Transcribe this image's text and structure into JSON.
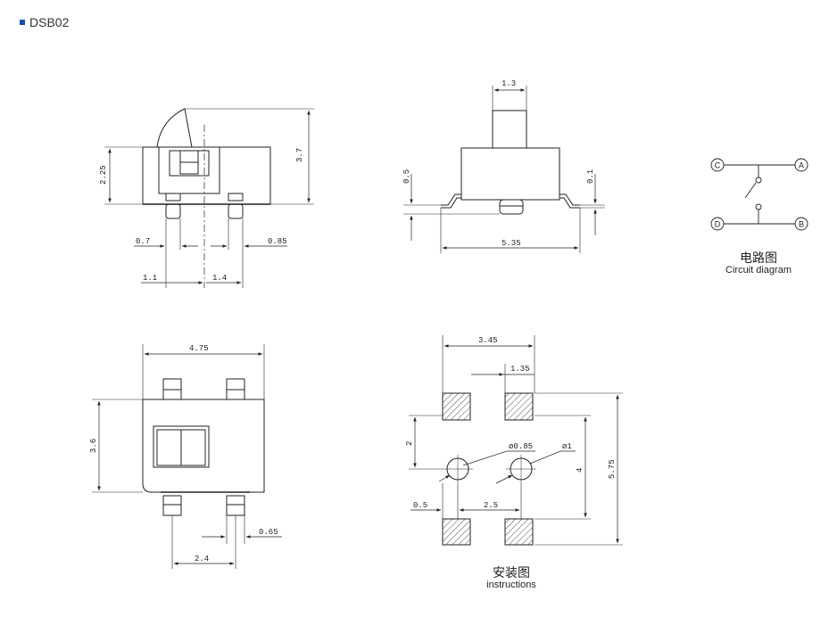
{
  "header": {
    "model": "DSB02"
  },
  "front_view": {
    "dims": {
      "height": "3.7",
      "body_height": "2.25",
      "left_offset": "0.7",
      "pin_width": "0.85",
      "pin_left": "1.1",
      "pin_pitch": "1.4"
    }
  },
  "side_view": {
    "dims": {
      "actuator_width": "1.3",
      "lead_rise": "0.5",
      "lead_thickness": "0.1",
      "total_length": "5.35"
    }
  },
  "top_view": {
    "dims": {
      "width": "4.75",
      "height": "3.6",
      "pin_width": "0.65",
      "pin_pitch": "2.4"
    }
  },
  "footprint": {
    "dims": {
      "outer_width": "3.45",
      "pad_width": "1.35",
      "pad_spacing": "2",
      "hole_small": "ø0.85",
      "hole_large": "ø1",
      "vertical": "4",
      "total_height": "5.75",
      "edge": "0.5",
      "hole_pitch": "2.5"
    },
    "caption_cn": "安装图",
    "caption_en": "instructions"
  },
  "circuit": {
    "terminals": [
      "C",
      "A",
      "D",
      "B"
    ],
    "caption_cn": "电路图",
    "caption_en": "Circuit diagram"
  }
}
